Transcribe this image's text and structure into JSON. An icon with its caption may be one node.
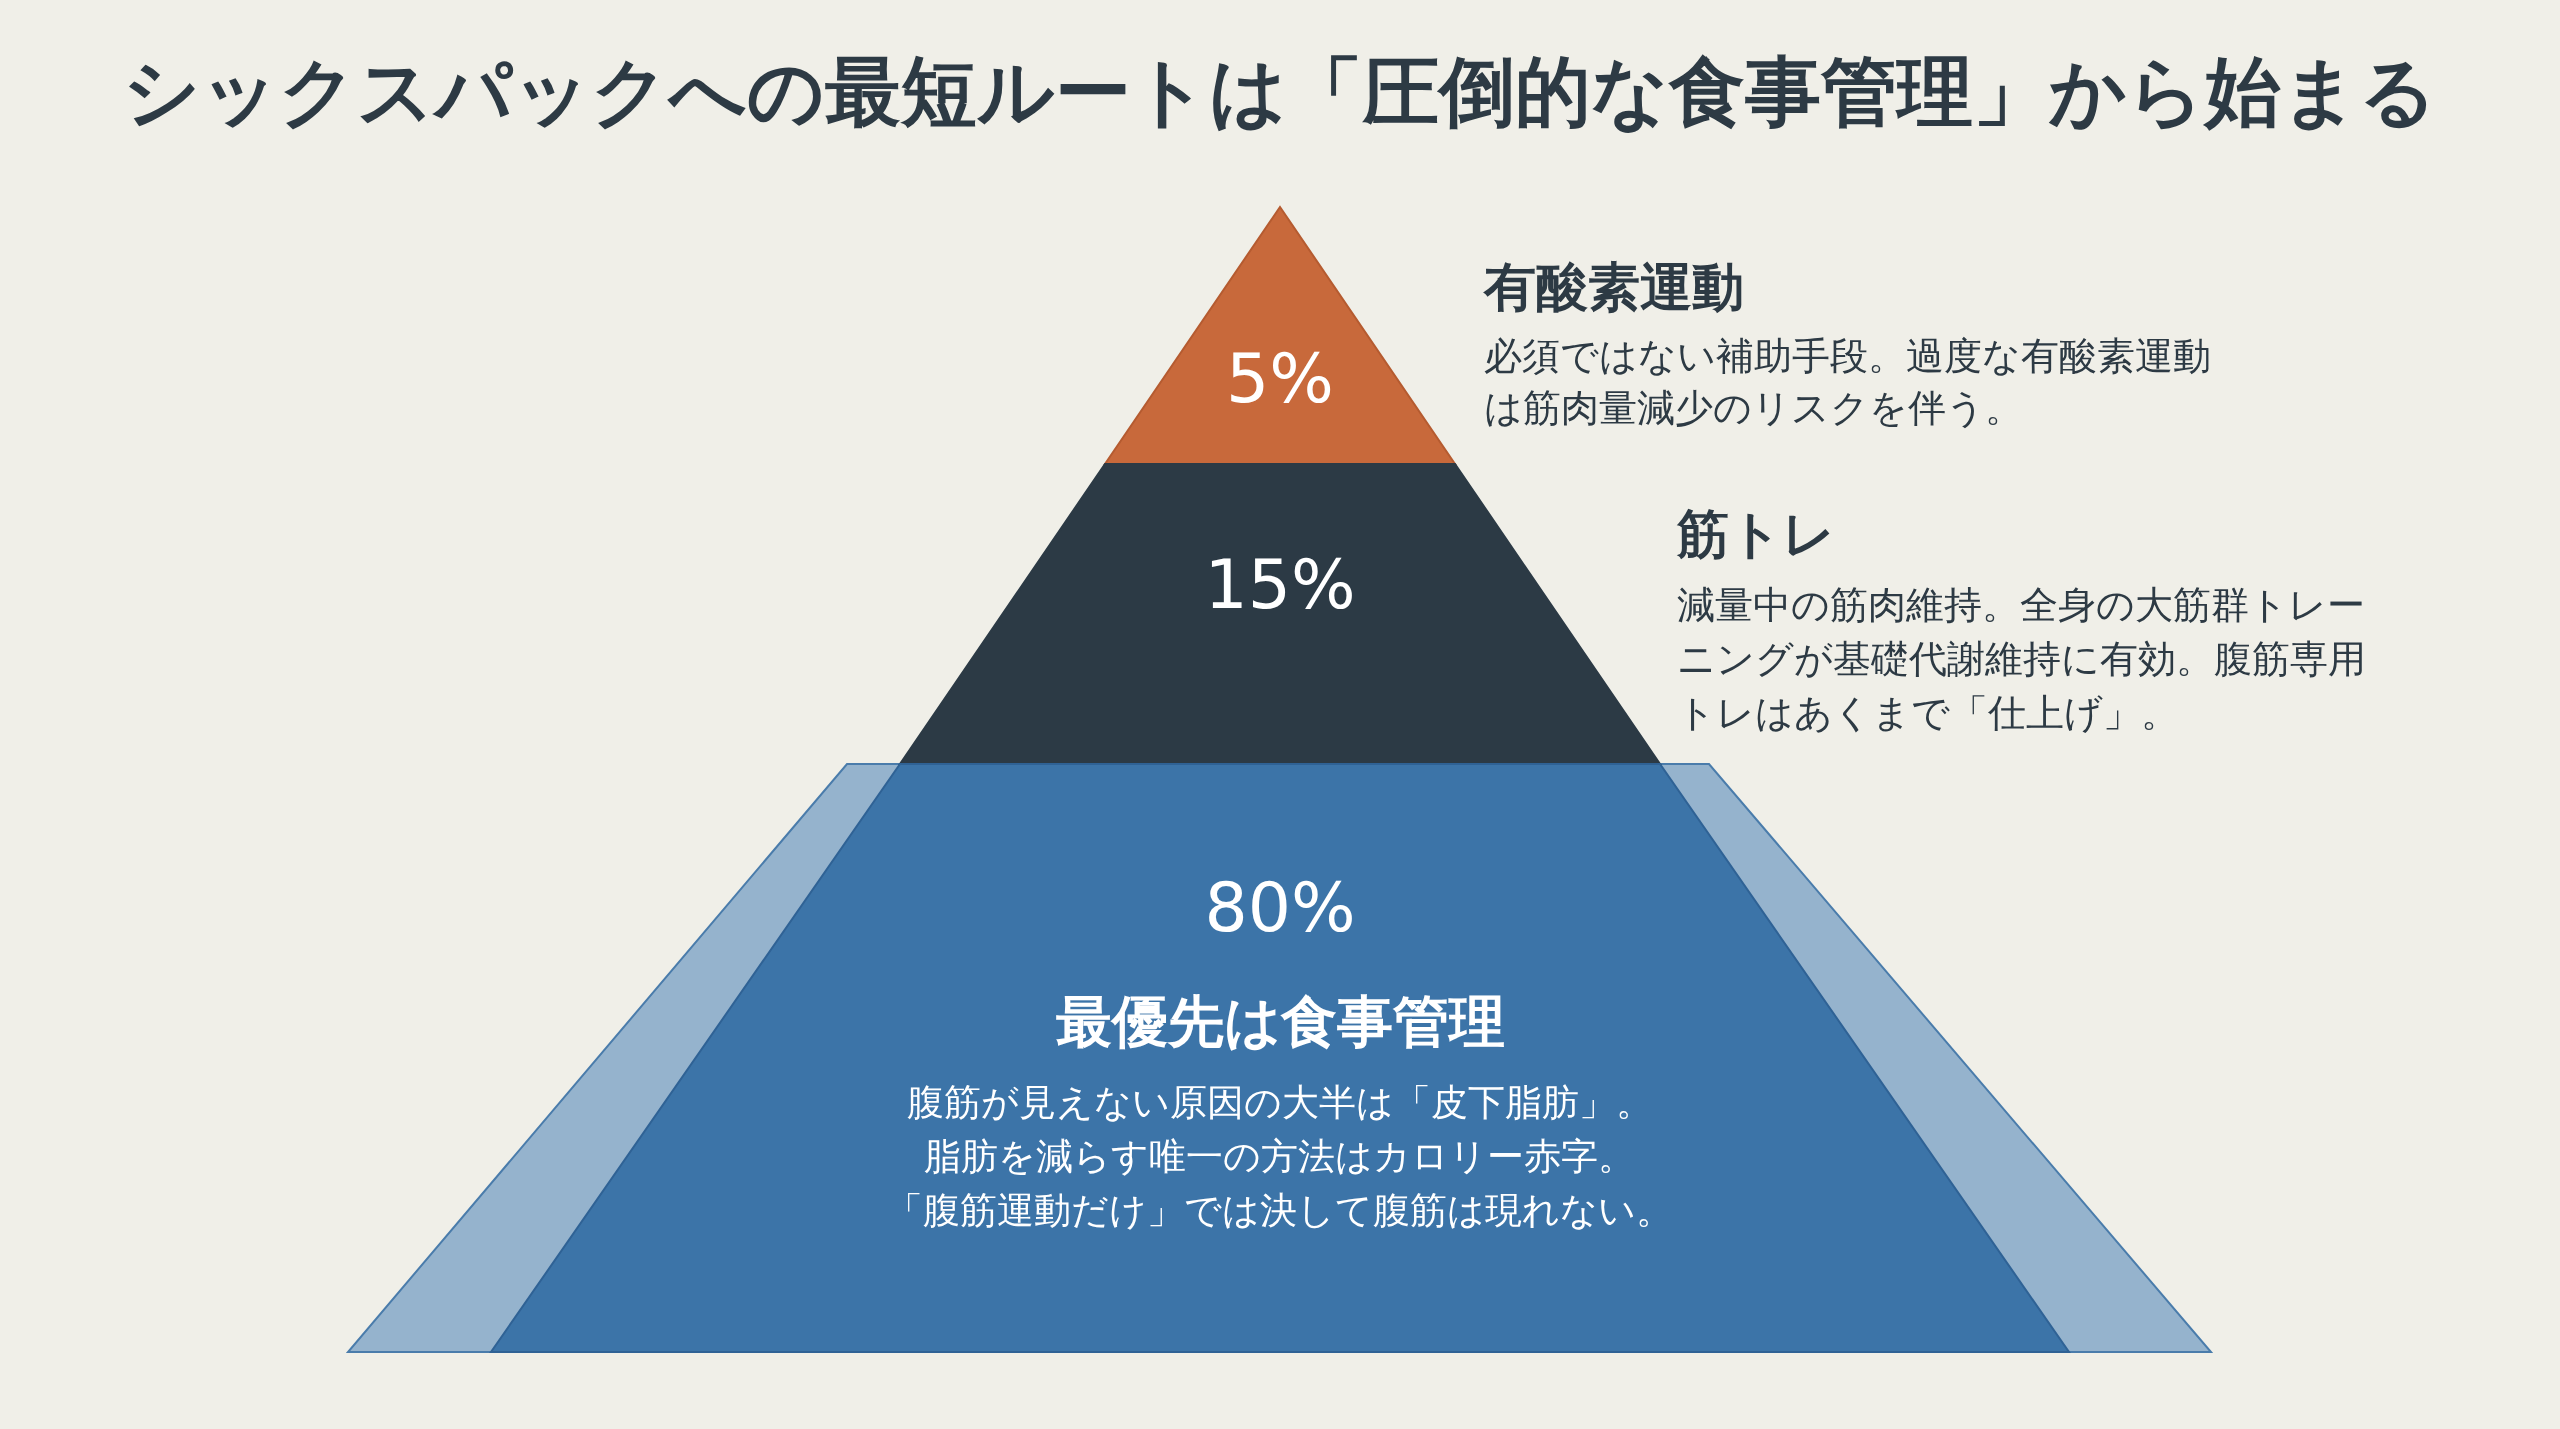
{
  "diagram": {
    "title": "シックスパックへの最短ルートは「圧倒的な食事管理」から始まる",
    "nodes": [
      {
        "text": [
          "5%"
        ],
        "beside": [
          "有酸素運動",
          "必須ではない補助手段。過度な有酸素運動は筋肉量減少のリスクを伴う。"
        ]
      },
      {
        "text": [
          "15%"
        ],
        "beside": [
          "筋トレ",
          "減量中の筋肉維持。全身の大筋群トレーニングが基礎代謝維持に有効。腹筋専用トレはあくまで「仕上げ」。"
        ]
      },
      {
        "text": [
          "80%",
          "最優先は食事管理",
          "腹筋が見えない原因の大半は「皮下脂肪」。脂肪を減らす唯一の方法はカロリー赤字。「腹筋運動だけ」では決して腹筋は現れない。"
        ]
      }
    ]
  }
}
